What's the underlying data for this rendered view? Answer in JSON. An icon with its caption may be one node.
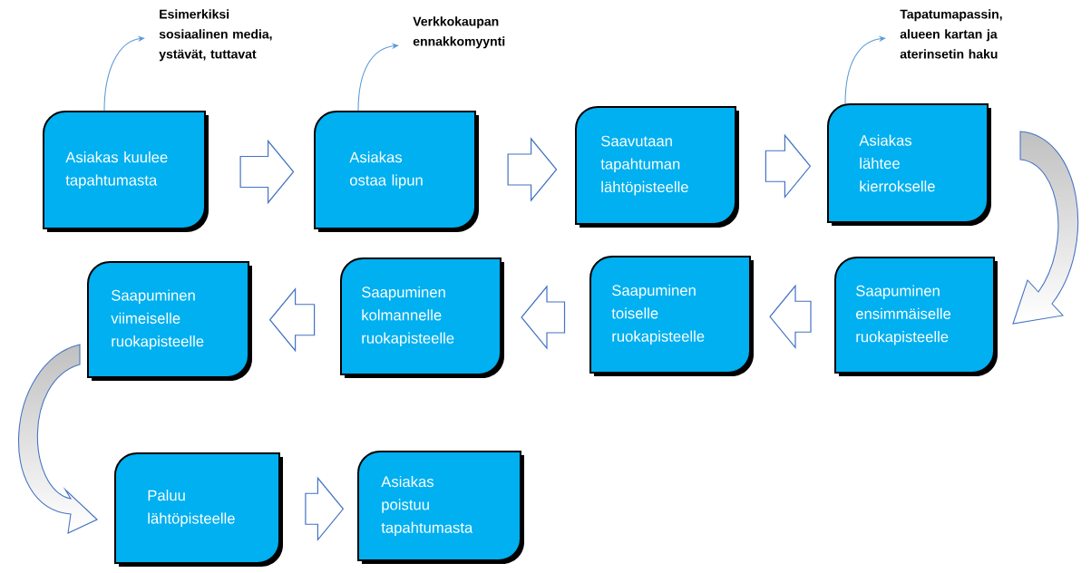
{
  "diagram": {
    "nodes": [
      {
        "text": [
          "Esimerkiksi sosiaalinen media, ystävät, tuttavat"
        ]
      },
      {
        "text": [
          "Verkkokaupan ennakkomyynti"
        ]
      },
      {
        "text": [
          "Tapatumapassin, alueen kartan ja aterinsetin haku"
        ]
      },
      {
        "text": [
          "Asiakas kuulee tapahtumasta"
        ]
      },
      {
        "text": [
          "Asiakas ostaa lipun"
        ]
      },
      {
        "text": [
          "Saavutaan tapahtuman lähtöpisteelle"
        ]
      },
      {
        "text": [
          "Asiakas lähtee kierrokselle"
        ]
      },
      {
        "text": [
          "Saapuminen viimeiselle ruokapisteelle"
        ]
      },
      {
        "text": [
          "Saapuminen kolmannelle ruokapisteelle"
        ]
      },
      {
        "text": [
          "Saapuminen toiselle ruokapisteelle"
        ]
      },
      {
        "text": [
          "Saapuminen ensimmäiselle ruokapisteelle"
        ]
      },
      {
        "text": [
          "Paluu lähtöpisteelle"
        ]
      },
      {
        "text": [
          "Asiakas poistuu tapahtumasta"
        ]
      }
    ],
    "edges": [
      {
        "from": 3,
        "to": 4,
        "arrow": "to"
      },
      {
        "from": 4,
        "to": 5,
        "arrow": "to"
      },
      {
        "from": 5,
        "to": 6,
        "arrow": "to"
      },
      {
        "from": 6,
        "to": 10,
        "arrow": "to"
      },
      {
        "from": 10,
        "to": 9,
        "arrow": "to"
      },
      {
        "from": 9,
        "to": 8,
        "arrow": "to"
      },
      {
        "from": 8,
        "to": 7,
        "arrow": "to"
      },
      {
        "from": 7,
        "to": 11,
        "arrow": "to"
      },
      {
        "from": 11,
        "to": 12,
        "arrow": "to"
      },
      {
        "from": 3,
        "to": 0,
        "arrow": "to"
      },
      {
        "from": 4,
        "to": 1,
        "arrow": "to"
      },
      {
        "from": 6,
        "to": 2,
        "arrow": "to"
      }
    ]
  }
}
